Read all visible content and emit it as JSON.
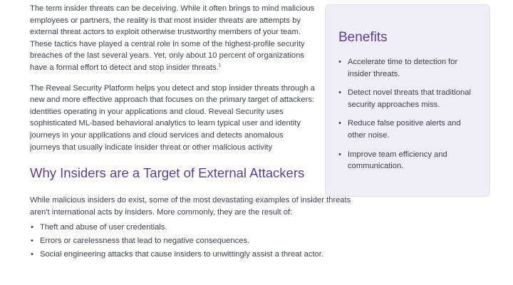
{
  "main": {
    "paragraph1": "The term insider threats can be deceiving. While it often brings to mind malicious employees or partners, the reality is that most insider threats are attempts by external threat actors to exploit otherwise trustworthy members of your team. These tactics have played a central role in some of the highest-profile security breaches of the last several years. Yet, only about 10 percent of organizations have a formal effort to detect and stop insider threats.",
    "paragraph1_footnote": "1",
    "paragraph2": "The Reveal Security Platform helps you detect and stop insider threats through a new and more effective approach that focuses on the primary target of attackers:  identities operating in your applications and cloud. Reveal Security uses sophisticated ML-based behavioral analytics to learn typical user and identity journeys in your applications and cloud services and detects anomalous journeys that usually indicate insider threat or other malicious activity",
    "heading": "Why Insiders are a Target of External Attackers",
    "paragraph3": "While malicious insiders do exist, some of the most devastating examples of insider threats aren't international acts by insiders. More commonly, they are the result of:",
    "bullet_marker": "•",
    "bullets": [
      "Theft and abuse of user credentials.",
      "Errors or carelessness that lead to negative consequences.",
      "Social engineering attacks that cause insiders to unwittingly assist a threat actor."
    ]
  },
  "sidebar": {
    "title": "Benefits",
    "bullet_marker": "•",
    "items": [
      "Accelerate time to detection for insider threats.",
      "Detect novel threats that traditional security approaches miss.",
      "Reduce false positive alerts and other noise.",
      "Improve team efficiency and communication."
    ]
  },
  "colors": {
    "heading": "#5a3f91",
    "text": "#3d4250",
    "sidebar_bg": "#efedf5"
  }
}
